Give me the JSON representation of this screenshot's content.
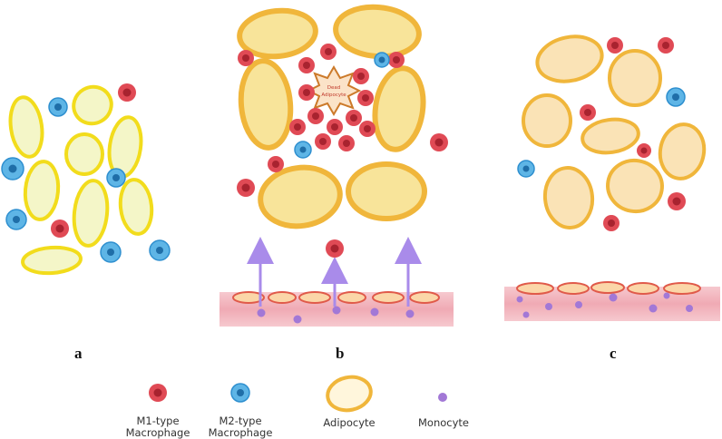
{
  "panels": {
    "a": "a",
    "b": "b",
    "c": "c"
  },
  "dead_cell_label": {
    "line1": "Dead",
    "line2": "Adipocyte"
  },
  "legend": {
    "m1": "M1-type\nMacrophage",
    "m2": "M2-type\nMacrophage",
    "adipocyte": "Adipocyte",
    "monocyte": "Monocyte"
  },
  "colors": {
    "adipocyte_fill_a": "#f4f6c8",
    "adipocyte_outline_a": "#f2dc1c",
    "adipocyte_fill_b": "#f8e49a",
    "adipocyte_outline_b": "#f0b63b",
    "adipocyte_fill_c": "#fae3b6",
    "m1": "#e04a55",
    "m2": "#4aa8e0",
    "monocyte": "#a278d6",
    "arrow": "#a98bea",
    "vessel": "#f0aab4"
  }
}
